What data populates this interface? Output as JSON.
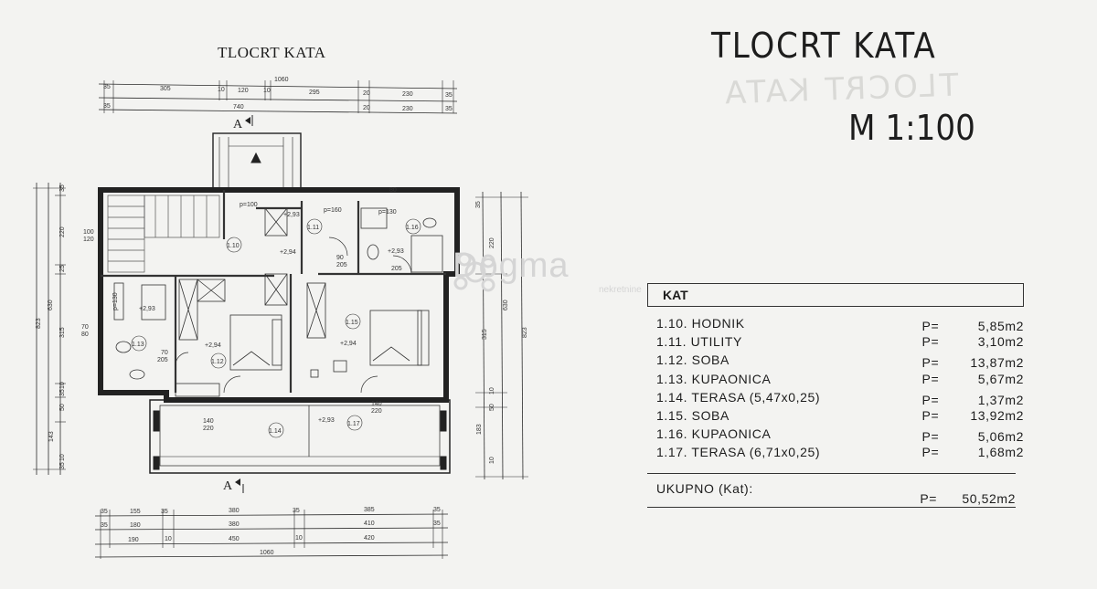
{
  "plan": {
    "title": "TLOCRT KATA",
    "section_mark": "A",
    "dims_top_1": [
      "35",
      "305",
      "10",
      "120",
      "10",
      "295",
      "20",
      "230",
      "35"
    ],
    "dims_top_total": "1060",
    "dims_top_2": [
      "35",
      "740",
      "20",
      "230",
      "35"
    ],
    "dims_bottom_1": [
      "35",
      "155",
      "35",
      "380",
      "35",
      "385",
      "35"
    ],
    "dims_bottom_2": [
      "35",
      "180",
      "380",
      "410",
      "35"
    ],
    "dims_bottom_3": [
      "190",
      "10",
      "450",
      "10",
      "420"
    ],
    "dims_bottom_total": "1060",
    "dims_left": [
      "35",
      "220",
      "25",
      "315",
      "10",
      "35",
      "50",
      "143",
      "10",
      "35"
    ],
    "dims_left_totals": [
      "630",
      "823"
    ],
    "dims_right": [
      "35",
      "220",
      "315",
      "10",
      "50",
      "183",
      "10"
    ],
    "dims_right_totals": [
      "630",
      "823"
    ],
    "rooms": [
      "1.10",
      "1.11",
      "1.12",
      "1.13",
      "1.14",
      "1.15",
      "1.16",
      "1.17"
    ],
    "levels": [
      "+2,93",
      "+2,94",
      "+2,93",
      "+2,93",
      "+2,94",
      "+2,94",
      "+2,93"
    ],
    "notes": [
      "p=100",
      "p=160",
      "p=130",
      "p=130",
      "90",
      "205",
      "70",
      "205",
      "140",
      "220",
      "140",
      "220",
      "100",
      "120",
      "70",
      "80",
      "80",
      "205"
    ]
  },
  "header": {
    "title": "TLOCRT   KATA",
    "scale": "M 1:100"
  },
  "watermark": {
    "brand": "Dogma",
    "sub": "nekretnine"
  },
  "table": {
    "heading": "KAT",
    "rows": [
      {
        "label": "1.10. HODNIK",
        "p": "P=",
        "value": "5,85m2"
      },
      {
        "label": "1.11. UTILITY",
        "p": "P=",
        "value": "3,10m2"
      },
      {
        "label": "1.12. SOBA",
        "p": "P=",
        "value": "13,87m2"
      },
      {
        "label": "1.13. KUPAONICA",
        "p": "P=",
        "value": "5,67m2"
      },
      {
        "label": "1.14. TERASA  (5,47x0,25)",
        "p": "P=",
        "value": "1,37m2"
      },
      {
        "label": "1.15. SOBA",
        "p": "P=",
        "value": "13,92m2"
      },
      {
        "label": "1.16. KUPAONICA",
        "p": "P=",
        "value": "5,06m2"
      },
      {
        "label": "1.17. TERASA  (6,71x0,25)",
        "p": "P=",
        "value": "1,68m2"
      }
    ],
    "total": {
      "label": "UKUPNO  (Kat):",
      "p": "P=",
      "value": "50,52m2"
    }
  }
}
